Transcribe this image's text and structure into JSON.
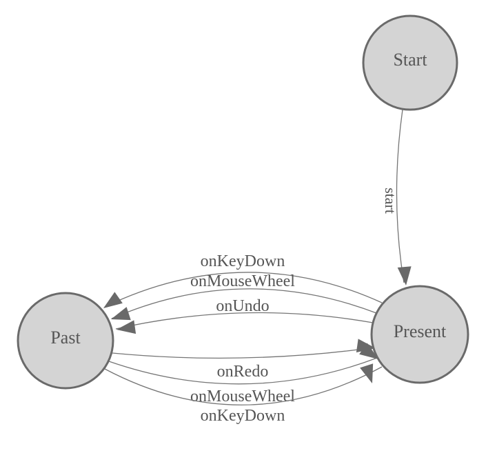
{
  "diagram": {
    "type": "state-machine",
    "colors": {
      "background": "#ffffff",
      "node_fill": "#d4d4d4",
      "node_stroke": "#6a6a6a",
      "edge_line": "#757575",
      "arrowhead_fill": "#696969",
      "label_text": "#555555"
    },
    "nodes": [
      {
        "id": "start",
        "label": "Start"
      },
      {
        "id": "past",
        "label": "Past"
      },
      {
        "id": "present",
        "label": "Present"
      }
    ],
    "edges": [
      {
        "id": "start-to-present",
        "from": "Start",
        "to": "Present",
        "label": "start"
      },
      {
        "id": "present-to-past-keydown",
        "from": "Present",
        "to": "Past",
        "label": "onKeyDown"
      },
      {
        "id": "present-to-past-mousewheel",
        "from": "Present",
        "to": "Past",
        "label": "onMouseWheel"
      },
      {
        "id": "present-to-past-undo",
        "from": "Present",
        "to": "Past",
        "label": "onUndo"
      },
      {
        "id": "past-to-present-redo",
        "from": "Past",
        "to": "Present",
        "label": "onRedo"
      },
      {
        "id": "past-to-present-mousewheel",
        "from": "Past",
        "to": "Present",
        "label": "onMouseWheel"
      },
      {
        "id": "past-to-present-keydown",
        "from": "Past",
        "to": "Present",
        "label": "onKeyDown"
      }
    ]
  }
}
